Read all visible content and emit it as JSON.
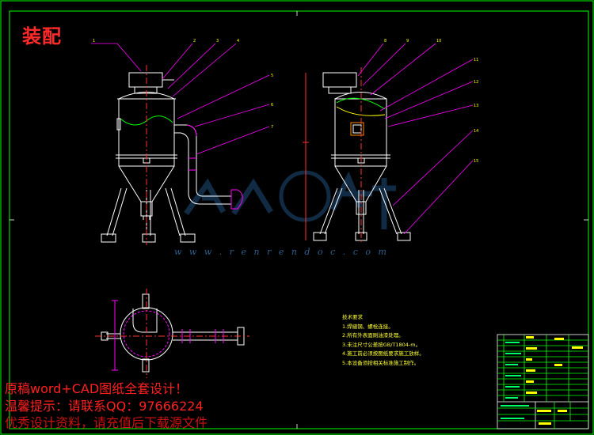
{
  "drawing": {
    "title": "装配",
    "technical_requirements": {
      "heading": "技术要求",
      "items": [
        "1.焊缝钢、螺栓连接。",
        "2.所有外表面刷油漆处理。",
        "3.未注尺寸公差按GB/T1804-m。",
        "4.施工前必须按图纸要求施工放样。",
        "5.本设备须按相关标准施工制作。"
      ]
    },
    "balloon_labels_front": [
      "1",
      "2",
      "3",
      "4",
      "5",
      "6",
      "7"
    ],
    "balloon_labels_side": [
      "8",
      "9",
      "10",
      "11",
      "12",
      "13",
      "14",
      "15"
    ]
  },
  "watermark": {
    "site_text": "w w w . r e n r e n d o c . c o m"
  },
  "promo": {
    "line1": "原稿word+CAD图纸全套设计！",
    "line2": "温馨提示：请联系QQ：97666224",
    "line3": "优秀设计资料，请充值后下载源文件"
  },
  "colors": {
    "background": "#000000",
    "frame": "#00ff00",
    "outline": "#ffffff",
    "leader": "#ff00ff",
    "pipe_accent": "#ff00ff",
    "note_text": "#ffff33",
    "title_red": "#ff2a2a",
    "watermark_blue": "#2e5e8a",
    "center_line": "#ff3030"
  }
}
